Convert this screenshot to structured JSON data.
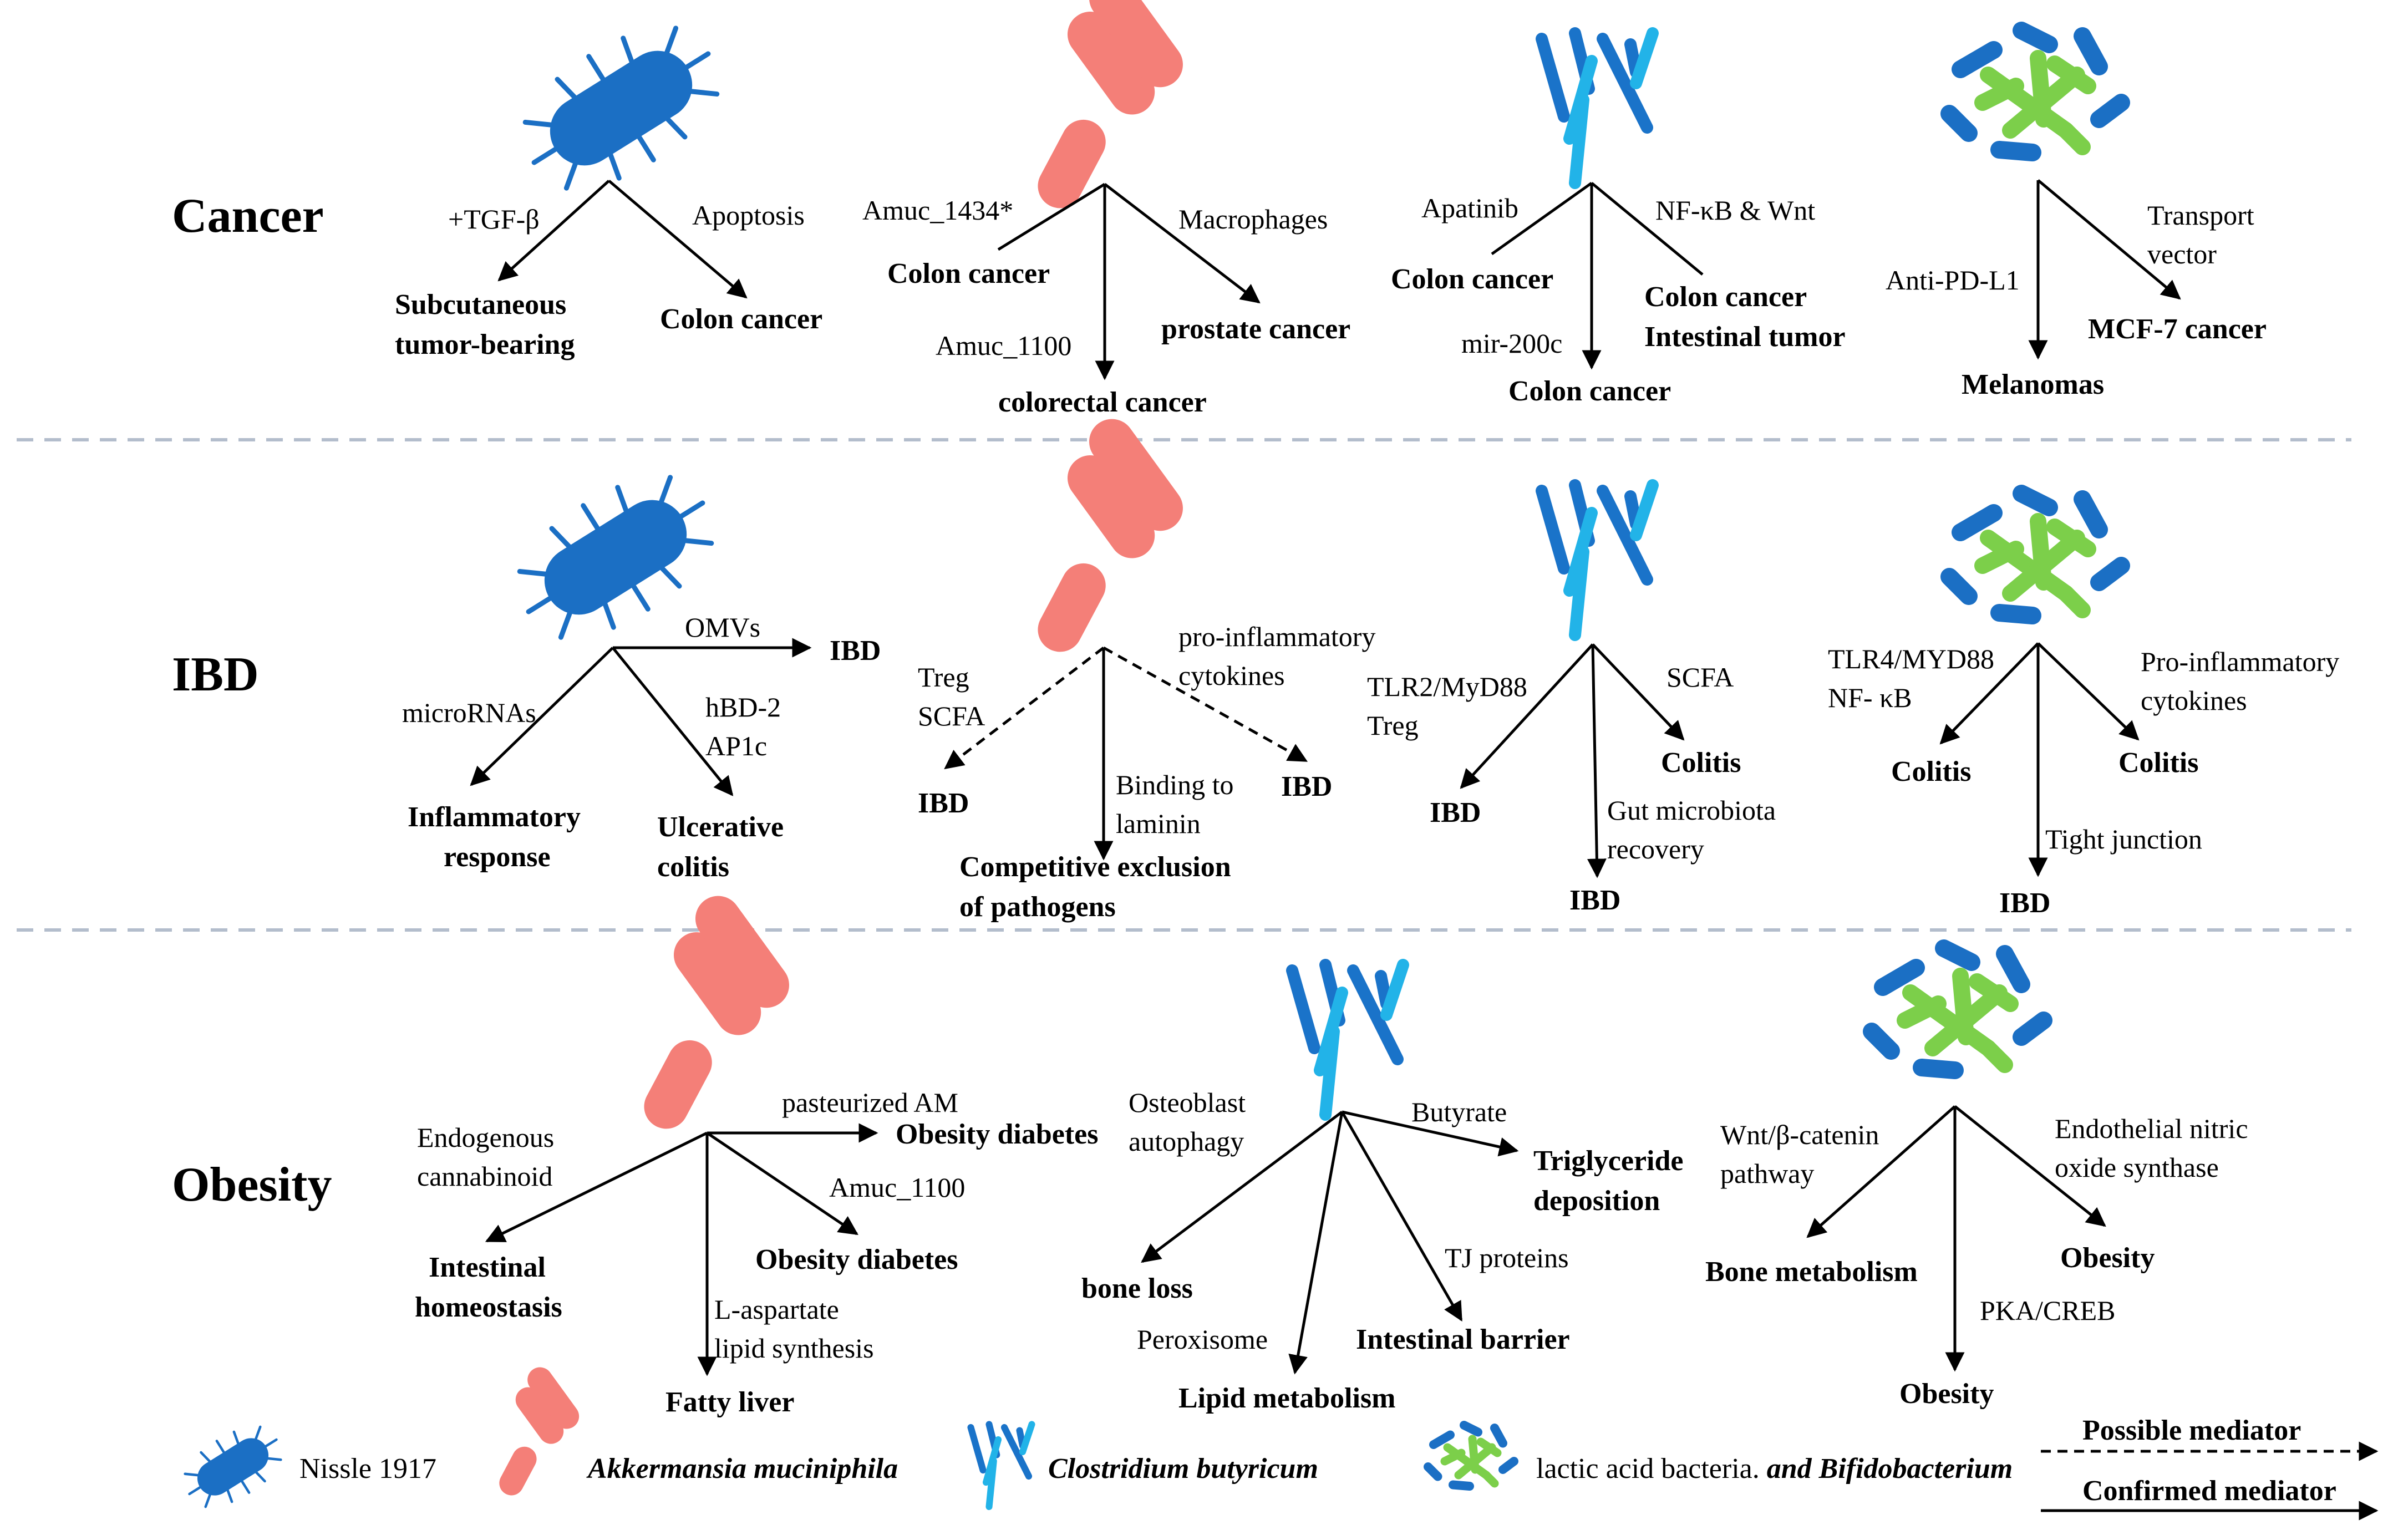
{
  "sections": [
    {
      "id": "cancer",
      "title": "Cancer"
    },
    {
      "id": "ibd",
      "title": "IBD"
    },
    {
      "id": "obesity",
      "title": "Obesity"
    }
  ],
  "labels": {
    "c1": {
      "e1": "+TGF-β",
      "e2": "Apoptosis",
      "t1a": "Subcutaneous",
      "t1b": "tumor-bearing",
      "t2": "Colon cancer"
    },
    "c2": {
      "e1": "Amuc_1434*",
      "t1": "Colon cancer",
      "e2": "Macrophages",
      "t2": "prostate cancer",
      "e3": "Amuc_1100",
      "t3": "colorectal cancer"
    },
    "c3": {
      "e1": "Apatinib",
      "t1": "Colon cancer",
      "e2": "NF-κB & Wnt",
      "t2a": "Colon cancer",
      "t2b": "Intestinal tumor",
      "e3": "mir-200c",
      "t3": "Colon cancer"
    },
    "c4": {
      "e1": "Anti-PD-L1",
      "t1": "Melanomas",
      "e2a": "Transport",
      "e2b": "vector",
      "t2": "MCF-7 cancer"
    },
    "i1": {
      "e1": "OMVs",
      "t1": "IBD",
      "e2": "microRNAs",
      "t2a": "Inflammatory",
      "t2b": "response",
      "e3a": "hBD-2",
      "e3b": "AP1c",
      "t3a": "Ulcerative",
      "t3b": "colitis"
    },
    "i2": {
      "e1a": "Treg",
      "e1b": "SCFA",
      "t1": "IBD",
      "e2a": "pro-inflammatory",
      "e2b": "cytokines",
      "t2": "IBD",
      "e3a": "Binding to",
      "e3b": "laminin",
      "t3a": "Competitive exclusion",
      "t3b": "of pathogens"
    },
    "i3": {
      "e1a": "TLR2/MyD88",
      "e1b": "Treg",
      "t1": "IBD",
      "e2": "SCFA",
      "t2": "Colitis",
      "e3a": "Gut microbiota",
      "e3b": "recovery",
      "t3": "IBD"
    },
    "i4": {
      "e1a": "TLR4/MYD88",
      "e1b": "NF- κB",
      "t1": "Colitis",
      "e2a": "Pro-inflammatory",
      "e2b": "cytokines",
      "t2": "Colitis",
      "e3": "Tight junction",
      "t3": "IBD"
    },
    "o1": {
      "e1": "pasteurized AM",
      "t1": "Obesity diabetes",
      "e2a": "Endogenous",
      "e2b": "cannabinoid",
      "t2a": "Intestinal",
      "t2b": "homeostasis",
      "e3": "Amuc_1100",
      "t3": "Obesity diabetes",
      "e4a": "L-aspartate",
      "e4b": "lipid synthesis",
      "t4": "Fatty liver"
    },
    "o2": {
      "e1a": "Osteoblast",
      "e1b": "autophagy",
      "t1": "bone loss",
      "e2": "Butyrate",
      "t2a": "Triglyceride",
      "t2b": "deposition",
      "e3": "Peroxisome",
      "t3": "Lipid metabolism",
      "e4": "TJ proteins",
      "t4": "Intestinal barrier"
    },
    "o3": {
      "e1a": "Wnt/β-catenin",
      "e1b": "pathway",
      "t1": "Bone metabolism",
      "e2a": "Endothelial nitric",
      "e2b": "oxide synthase",
      "t2": "Obesity",
      "e3": "PKA/CREB",
      "t3": "Obesity"
    }
  },
  "legend": {
    "nissle": "Nissle 1917",
    "akk": "Akkermansia muciniphila",
    "clos": "Clostridium butyricum",
    "lab_plain": "lactic acid bacteria. ",
    "lab_italic": "and Bifidobacterium",
    "possible": "Possible mediator",
    "confirmed": "Confirmed mediator"
  },
  "colors": {
    "nissle": "#1b6fc4",
    "akkermansia": "#f47f78",
    "clostridium_dark": "#1a73c9",
    "clostridium_light": "#22b3e8",
    "lab_green": "#7ccf4a",
    "bifido_blue": "#1b6fc4",
    "separator": "#b3bdcc"
  },
  "icons": [
    "ecoli-icon",
    "akkermansia-icon",
    "clostridium-icon",
    "lab-bifido-icon"
  ]
}
